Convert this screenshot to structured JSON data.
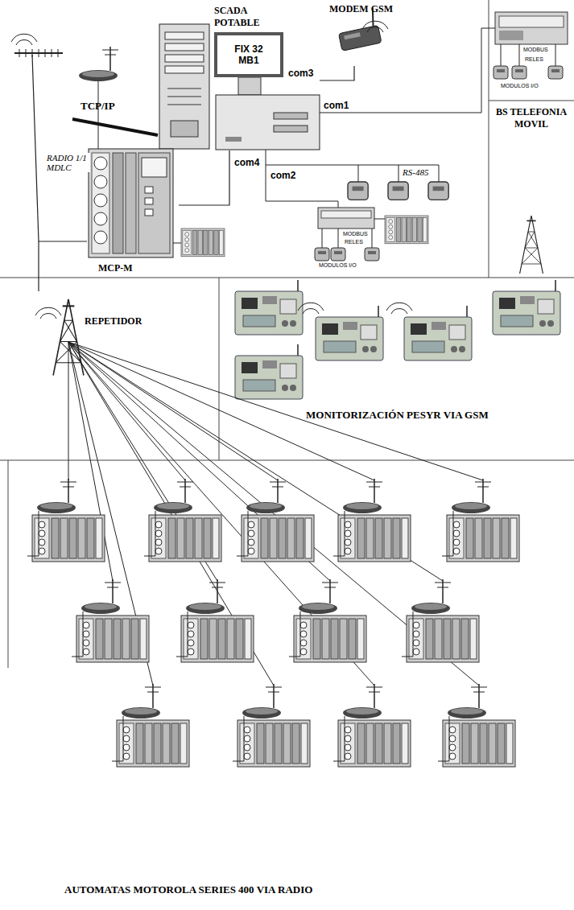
{
  "diagram": {
    "nodes": [
      {
        "text": [
          "SCADA POTABLE",
          "FIX 32 MB1"
        ]
      },
      {
        "text": [
          "MODEM GSM"
        ]
      },
      {
        "text": [
          "BS TELEFONIA MOVIL"
        ]
      },
      {
        "text": [
          "MCP-M"
        ]
      },
      {
        "text": [
          "REPETIDOR"
        ]
      },
      {
        "text": [
          "MONITORIZACIÓN PESYR VIA GSM"
        ]
      },
      {
        "text": [
          "AUTOMATAS MOTOROLA SERIES 400 VIA RADIO"
        ]
      }
    ],
    "edges": [
      {
        "from": 0,
        "to": 1,
        "label": "com3",
        "arrow": "none"
      },
      {
        "from": 0,
        "to": 3,
        "label": "com4",
        "arrow": "none"
      },
      {
        "from": 3,
        "to": 4,
        "label": "RADIO 1/1 MDLC",
        "arrow": "none"
      }
    ],
    "labels": [
      "TCP/IP",
      "com1",
      "MODBUS",
      "RELES",
      "MODULOS I/O",
      "com2",
      "RS-485",
      "MODBUS",
      "RELES",
      "MODULOS I/O"
    ]
  }
}
